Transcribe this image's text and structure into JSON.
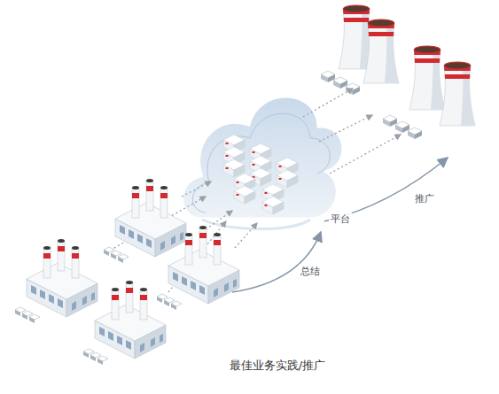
{
  "diagram": {
    "caption": "最佳业务实践/推广",
    "labels": [
      "总结",
      "平台",
      "推广"
    ]
  }
}
